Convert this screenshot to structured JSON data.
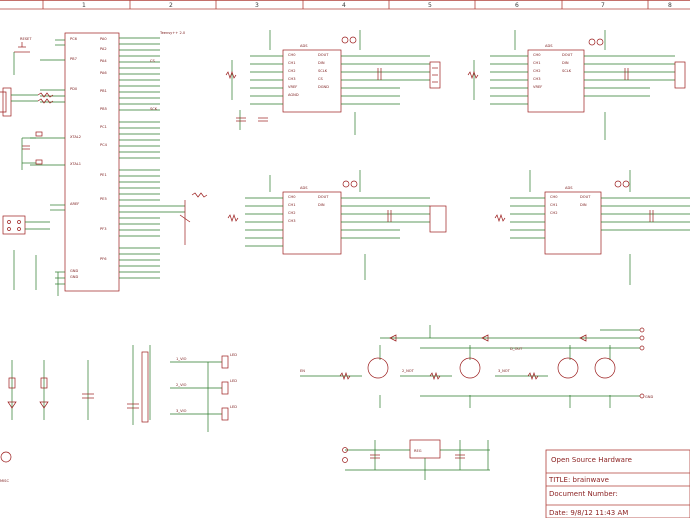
{
  "ruler": {
    "columns": [
      "1",
      "2",
      "3",
      "4",
      "5",
      "6",
      "7",
      "8"
    ]
  },
  "title_block": {
    "company": "Open Source Hardware",
    "title": "TITLE: brainwave",
    "document": "Document Number:",
    "date": "Date: 9/8/12 11:43 AM"
  },
  "colors": {
    "wire": "#2a7a2a",
    "part": "#9b1c1c",
    "frame": "#b0403a"
  }
}
